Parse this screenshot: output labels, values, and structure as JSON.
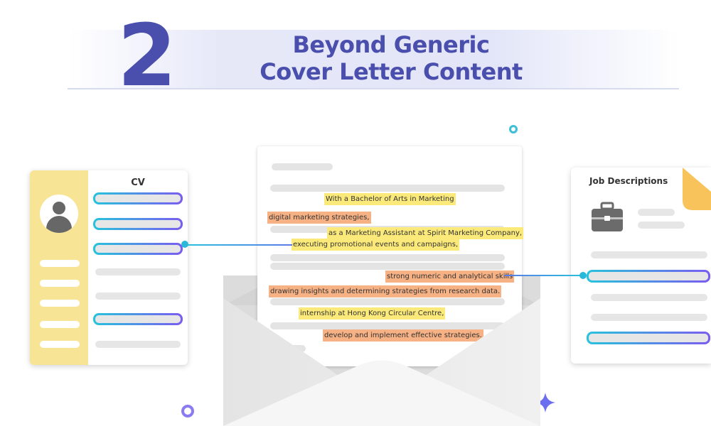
{
  "header": {
    "number": "2",
    "title_line1": "Beyond Generic",
    "title_line2": "Cover Letter Content"
  },
  "cv": {
    "title": "CV"
  },
  "letter": {
    "highlights": [
      {
        "text": "With a Bachelor of Arts in Marketing",
        "color": "yellow"
      },
      {
        "text": "digital marketing strategies,",
        "color": "orange"
      },
      {
        "text": "as a Marketing Assistant at Spirit Marketing Company,",
        "color": "yellow"
      },
      {
        "text": "executing promotional events and campaigns,",
        "color": "yellow"
      },
      {
        "text": "strong numeric and analytical skills",
        "color": "orange"
      },
      {
        "text": "drawing insights and determining strategies from research data.",
        "color": "orange"
      },
      {
        "text": "internship at Hong Kong Circular Centre,",
        "color": "yellow"
      },
      {
        "text": "develop and implement effective strategies.",
        "color": "orange"
      }
    ]
  },
  "job": {
    "title": "Job Descriptions"
  },
  "colors": {
    "brand": "#4a4fae",
    "highlight_yellow": "#fbe97a",
    "highlight_orange": "#f6b184",
    "connector_teal": "#29c1dc",
    "connector_purple": "#7a5cf0",
    "cv_sidebar": "#f8e495",
    "job_fold": "#f9c35c"
  },
  "icons": [
    "user-avatar-icon",
    "briefcase-icon",
    "sparkle-icon"
  ]
}
